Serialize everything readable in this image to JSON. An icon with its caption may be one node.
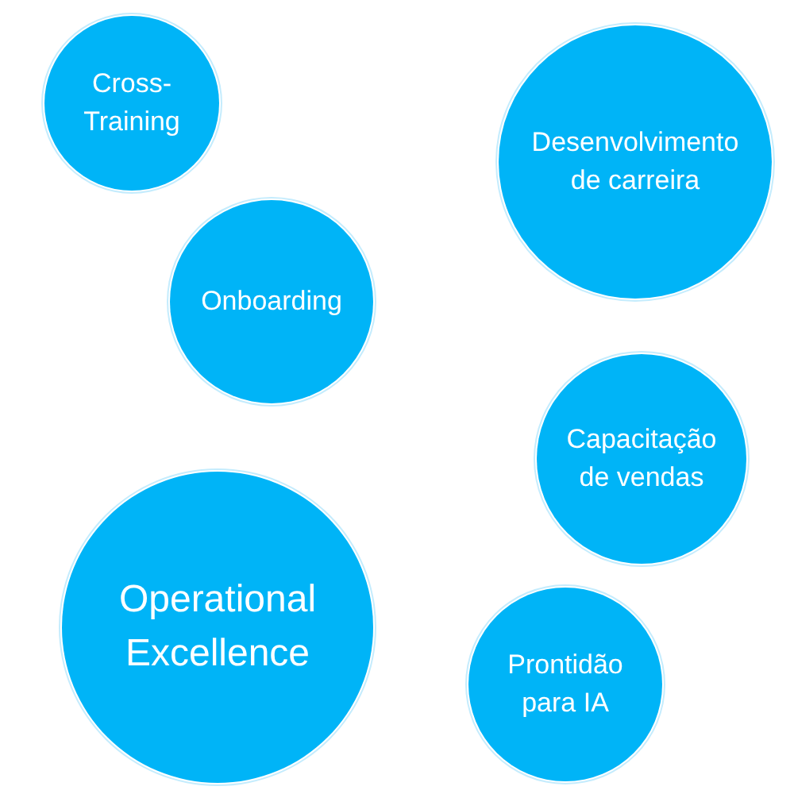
{
  "diagram": {
    "nodes": [
      {
        "text": [
          "Cross-Training"
        ]
      },
      {
        "text": [
          "Desenvolvimento de carreira"
        ]
      },
      {
        "text": [
          "Onboarding"
        ]
      },
      {
        "text": [
          "Capacitação de vendas"
        ]
      },
      {
        "text": [
          "Operational Excellence"
        ]
      },
      {
        "text": [
          "Prontidão para IA"
        ]
      }
    ]
  }
}
